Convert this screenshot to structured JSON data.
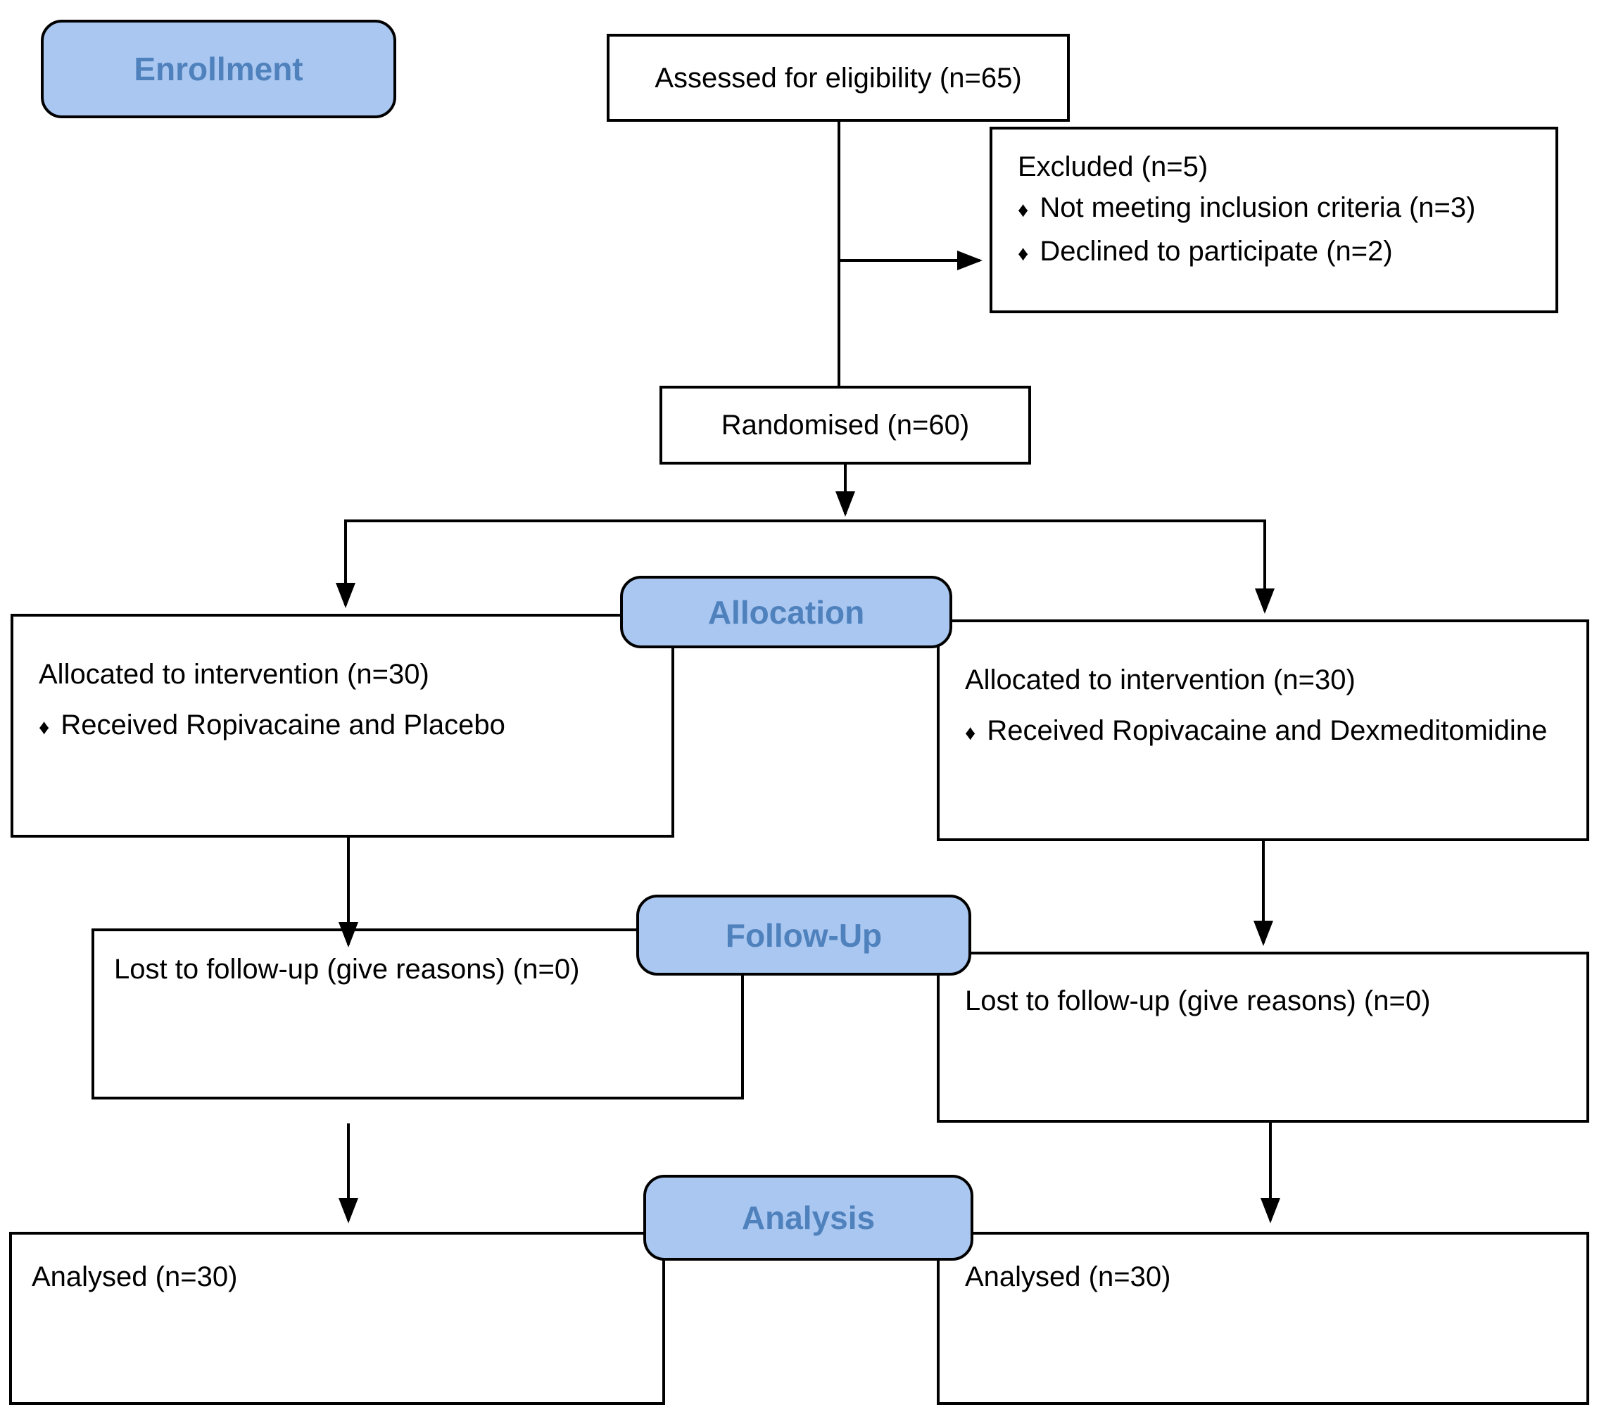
{
  "colors": {
    "stage_fill": "#A9C7F0",
    "stage_text": "#4F81BD",
    "box_fill": "#FFFFFF",
    "box_border": "#000000",
    "line": "#000000",
    "background": "#FFFFFF"
  },
  "bullet_glyph": "♦",
  "stages": {
    "enrollment": {
      "label": "Enrollment"
    },
    "allocation": {
      "label": "Allocation"
    },
    "followup": {
      "label": "Follow-Up"
    },
    "analysis": {
      "label": "Analysis"
    }
  },
  "boxes": {
    "assessed": {
      "text": "Assessed for eligibility (n=65)"
    },
    "excluded": {
      "title": "Excluded (n=5)",
      "bullets": [
        "Not meeting inclusion criteria (n=3)",
        "Declined to participate (n=2)"
      ]
    },
    "randomised": {
      "text": "Randomised (n=60)"
    },
    "allocation_left": {
      "title": "Allocated to intervention (n=30)",
      "bullets": [
        "Received Ropivacaine and Placebo"
      ]
    },
    "allocation_right": {
      "title": "Allocated to intervention (n=30)",
      "bullets": [
        "Received Ropivacaine and Dexmeditomidine"
      ]
    },
    "followup_left": {
      "text": "Lost to follow-up (give reasons) (n=0)"
    },
    "followup_right": {
      "text": "Lost to follow-up (give reasons) (n=0)"
    },
    "analysis_left": {
      "text": "Analysed (n=30)"
    },
    "analysis_right": {
      "text": "Analysed (n=30)"
    }
  }
}
